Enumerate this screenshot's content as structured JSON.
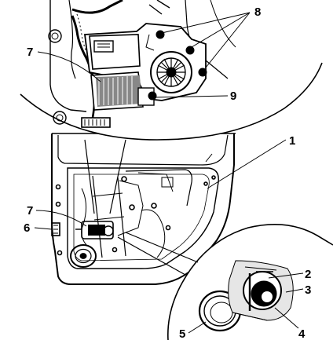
{
  "callouts": {
    "c1": "1",
    "c2": "2",
    "c3": "3",
    "c4": "4",
    "c5": "5",
    "c6": "6",
    "c7_top": "7",
    "c7_lower": "7",
    "c8": "8",
    "c9": "9"
  },
  "colors": {
    "ink": "#000000",
    "paper": "#ffffff",
    "shade": "#9a9a9a"
  }
}
